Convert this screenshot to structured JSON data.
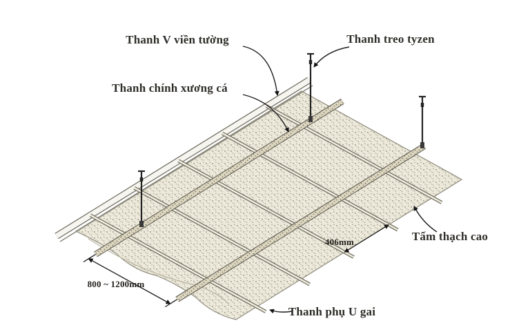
{
  "figure": {
    "labels": {
      "wall_angle": "Thanh V viền tường",
      "hanger": "Thanh treo tyzen",
      "main_runner": "Thanh chính xương cá",
      "gypsum": "Tấm thạch cao",
      "cross_tee": "Thanh phụ U gai"
    },
    "dimensions": {
      "runner_spacing": "800 ~ 1200mm",
      "tee_spacing": "406mm"
    },
    "colors": {
      "background": "#ffffff",
      "panel_fill": "#ece8da",
      "line": "#3c3a32"
    }
  }
}
